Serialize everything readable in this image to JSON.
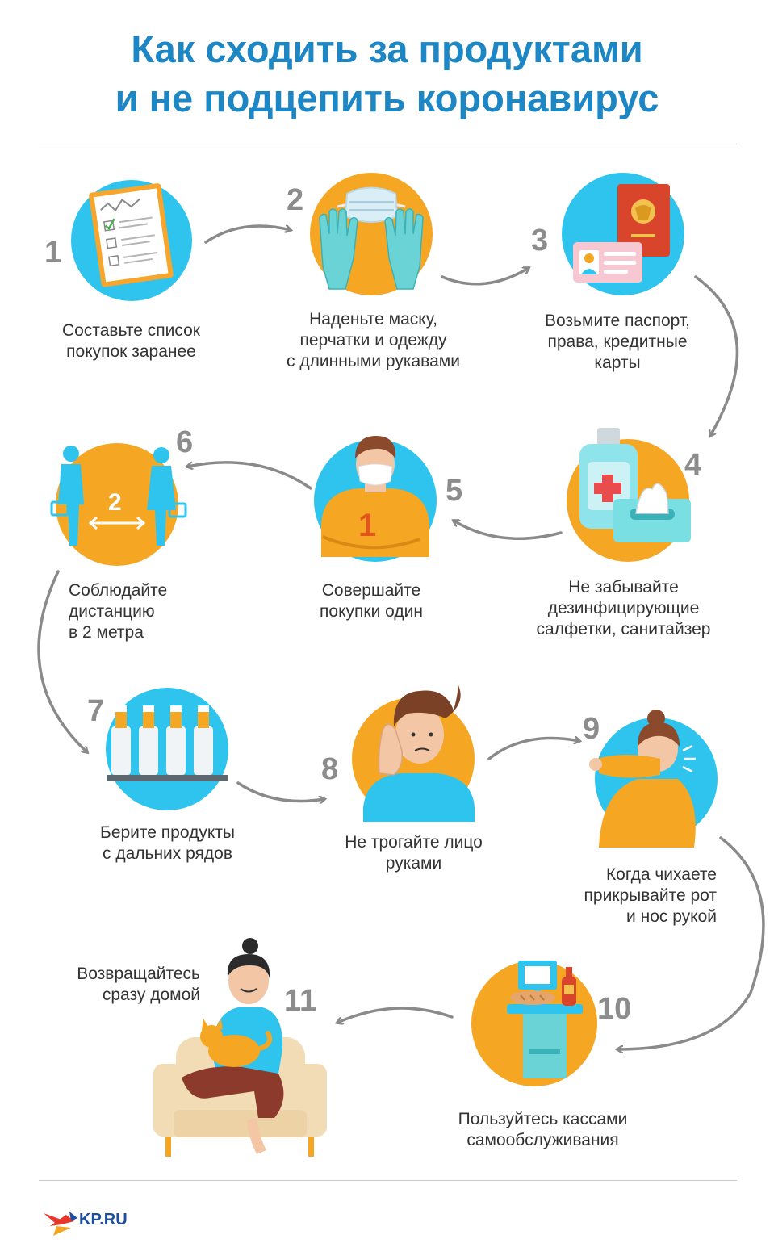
{
  "title": {
    "line1": "Как сходить за продуктами",
    "line2": "и не подцепить коронавирус"
  },
  "steps": [
    {
      "number": "1",
      "lines": [
        "Составьте список",
        "покупок заранее"
      ]
    },
    {
      "number": "2",
      "lines": [
        "Наденьте маску,",
        "перчатки и одежду",
        "с длинными рукавами"
      ]
    },
    {
      "number": "3",
      "lines": [
        "Возьмите паспорт,",
        "права, кредитные",
        "карты"
      ]
    },
    {
      "number": "4",
      "lines": [
        "Не забывайте",
        "дезинфицирующие",
        "салфетки, санитайзер"
      ]
    },
    {
      "number": "5",
      "lines": [
        "Совершайте",
        "покупки один"
      ]
    },
    {
      "number": "6",
      "lines": [
        "Соблюдайте",
        "дистанцию",
        "в 2 метра"
      ]
    },
    {
      "number": "7",
      "lines": [
        "Берите продукты",
        "с дальних рядов"
      ]
    },
    {
      "number": "8",
      "lines": [
        "Не трогайте лицо",
        "руками"
      ]
    },
    {
      "number": "9",
      "lines": [
        "Когда чихаете",
        "прикрывайте рот",
        "и нос рукой"
      ]
    },
    {
      "number": "10",
      "lines": [
        "Пользуйтесь кассами",
        "самообслуживания"
      ]
    },
    {
      "number": "11",
      "lines": [
        "Возвращайтесь",
        "сразу домой"
      ]
    }
  ],
  "illustration_labels": {
    "distance_value": "2",
    "shirt_number": "1"
  },
  "logo": {
    "text": "KP.RU"
  },
  "colors": {
    "title": "#1d86c4",
    "orange": "#f5a623",
    "cyan": "#2ec4ee",
    "teal": "#6ad3d6",
    "text": "#333333",
    "number": "#8c8c8c"
  }
}
